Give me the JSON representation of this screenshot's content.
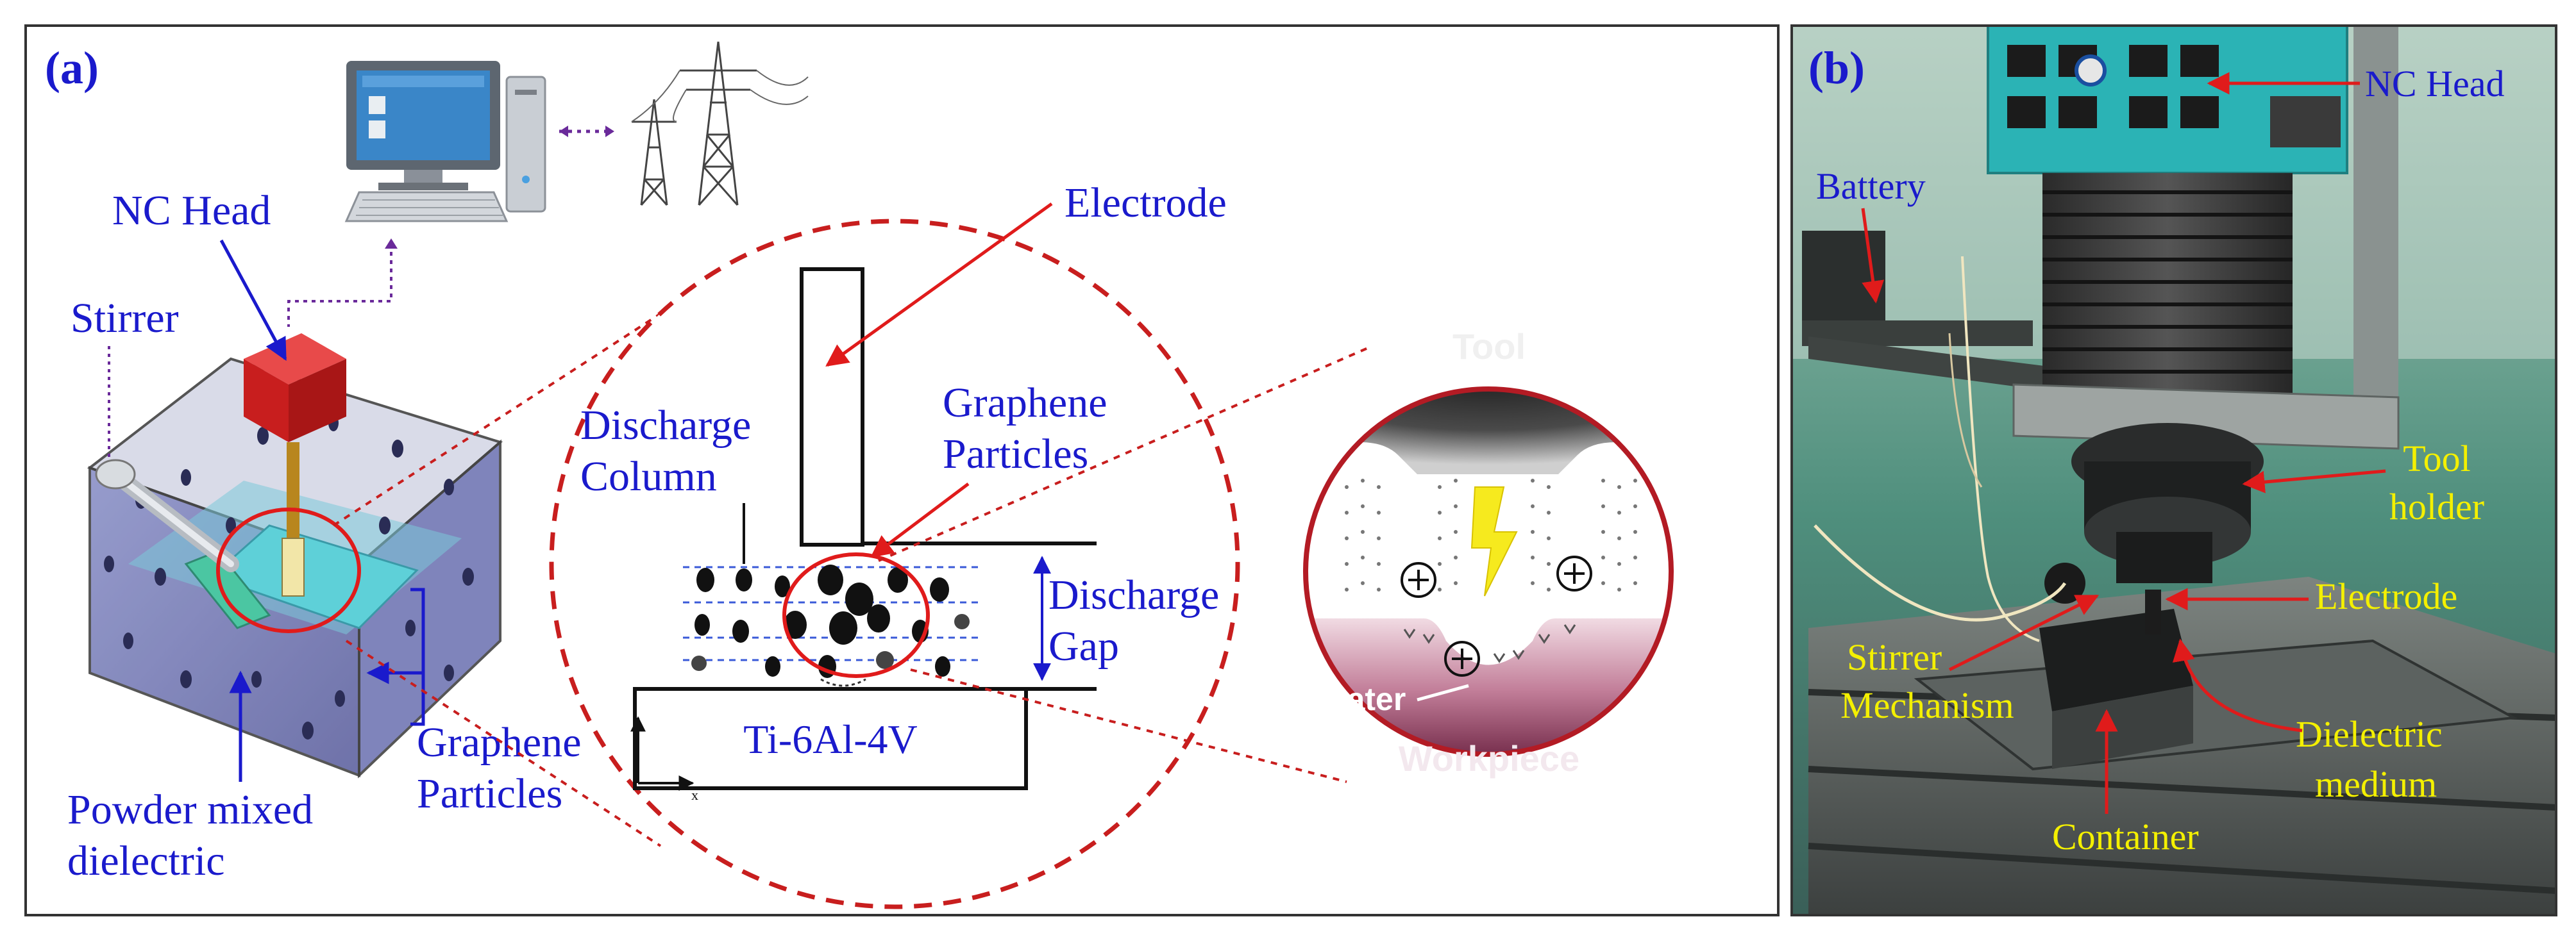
{
  "panel_a": {
    "tag": "(a)",
    "labels": {
      "nc_head": "NC Head",
      "stirrer": "Stirrer",
      "powder_line1": "Powder mixed",
      "powder_line2": "dielectric",
      "graphene_left_line1": "Graphene",
      "graphene_left_line2": "Particles",
      "electrode": "Electrode",
      "discharge_column_line1": "Discharge",
      "discharge_column_line2": "Column",
      "graphene_mid_line1": "Graphene",
      "graphene_mid_line2": "Particles",
      "discharge_gap_line1": "Discharge",
      "discharge_gap_line2": "Gap",
      "workpiece_material": "Ti-6Al-4V",
      "axis_x": "x",
      "tool": "Tool",
      "crater": "Crater",
      "workpiece": "Workpiece"
    }
  },
  "panel_b": {
    "tag": "(b)",
    "labels": {
      "nc_head": "NC Head",
      "battery": "Battery",
      "tool_holder_line1": "Tool",
      "tool_holder_line2": "holder",
      "electrode": "Electrode",
      "stirrer_line1": "Stirrer",
      "stirrer_line2": "Mechanism",
      "dielectric_line1": "Dielectric",
      "dielectric_line2": "medium",
      "container": "Container"
    }
  },
  "colors": {
    "blue_label": "#1a1acc",
    "yellow_label": "#f4f000",
    "arrow_red": "#e01b1b",
    "dashed_red": "#c81e1e",
    "nc_head_red": "#d42020",
    "machine_teal": "#2bb3b5"
  }
}
